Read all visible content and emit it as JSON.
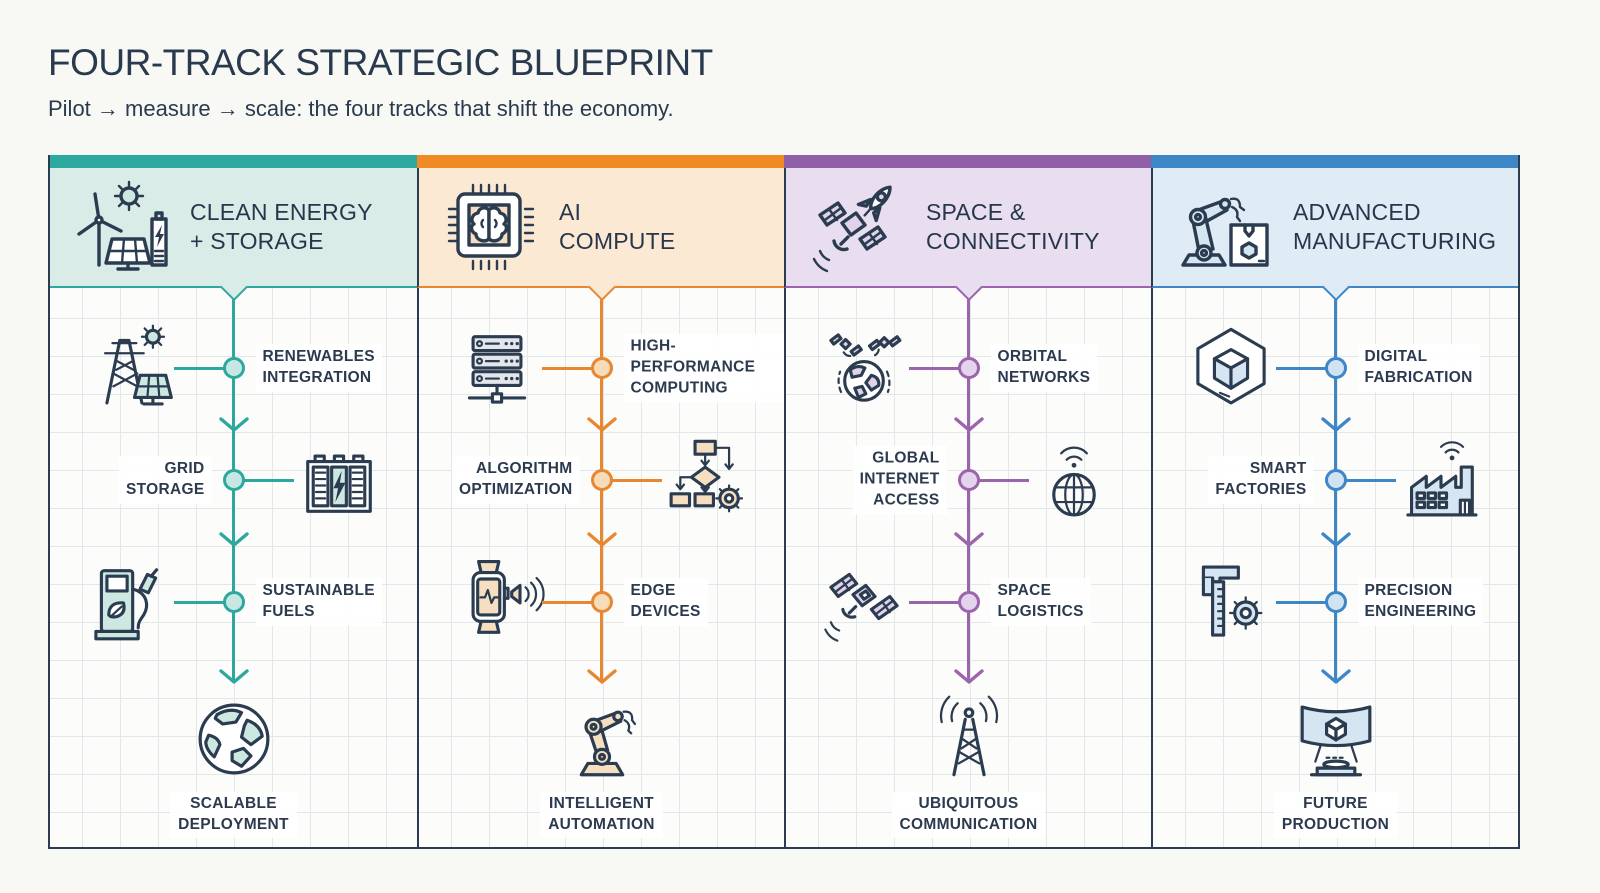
{
  "title": "FOUR-TRACK STRATEGIC BLUEPRINT",
  "subtitle": "Pilot → measure → scale: the four tracks that shift the economy.",
  "colors": {
    "navy_text": "#2B3A4E",
    "board_border": "#2C3C50",
    "grid_line": "#E4E7E9",
    "page_background": "#F8F8F5"
  },
  "columns": [
    {
      "title": "CLEAN ENERGY\n+ STORAGE",
      "accent": "#2CA89F",
      "tint": "#D9ECE8",
      "line": "#2CA89F",
      "items": [
        {
          "label": "RENEWABLES\nINTEGRATION",
          "icon": "transmission-tower-sun-solar"
        },
        {
          "label": "GRID\nSTORAGE",
          "icon": "battery-bank"
        },
        {
          "label": "SUSTAINABLE\nFUELS",
          "icon": "eco-fuel-pump"
        }
      ],
      "terminal": {
        "label": "SCALABLE\nDEPLOYMENT",
        "icon": "globe-earth"
      }
    },
    {
      "title": "AI\nCOMPUTE",
      "accent": "#F08A25",
      "tint": "#FBE9D4",
      "line": "#E88730",
      "items": [
        {
          "label": "HIGH-PERFORMANCE\nCOMPUTING",
          "icon": "server-rack"
        },
        {
          "label": "ALGORITHM\nOPTIMIZATION",
          "icon": "flowchart-gear"
        },
        {
          "label": "EDGE\nDEVICES",
          "icon": "smartwatch-audio"
        }
      ],
      "terminal": {
        "label": "INTELLIGENT\nAUTOMATION",
        "icon": "robot-arm"
      }
    },
    {
      "title": "SPACE &\nCONNECTIVITY",
      "accent": "#8F5FA7",
      "tint": "#E8DEF0",
      "line": "#9B64AC",
      "items": [
        {
          "label": "ORBITAL\nNETWORKS",
          "icon": "satellites-orbiting-earth"
        },
        {
          "label": "GLOBAL\nINTERNET\nACCESS",
          "icon": "wireframe-globe-wifi"
        },
        {
          "label": "SPACE\nLOGISTICS",
          "icon": "satellite"
        }
      ],
      "terminal": {
        "label": "UBIQUITOUS\nCOMMUNICATION",
        "icon": "radio-tower"
      }
    },
    {
      "title": "ADVANCED\nMANUFACTURING",
      "accent": "#3D87C6",
      "tint": "#DFEBF5",
      "line": "#3D87C6",
      "items": [
        {
          "label": "DIGITAL\nFABRICATION",
          "icon": "cube-in-hexagon"
        },
        {
          "label": "SMART\nFACTORIES",
          "icon": "factory-wifi"
        },
        {
          "label": "PRECISION\nENGINEERING",
          "icon": "caliper-gear"
        }
      ],
      "terminal": {
        "label": "FUTURE\nPRODUCTION",
        "icon": "hologram-display"
      }
    }
  ]
}
